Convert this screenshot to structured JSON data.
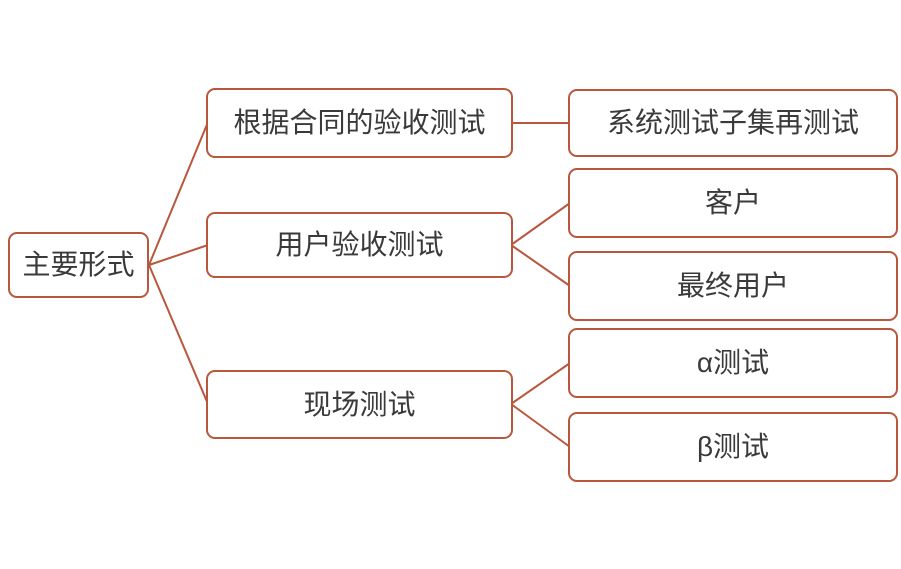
{
  "diagram": {
    "type": "mindmap",
    "root": {
      "label": "主要形式"
    },
    "branches": [
      {
        "label": "根据合同的验收测试",
        "children": [
          {
            "label": "系统测试子集再测试"
          }
        ]
      },
      {
        "label": "用户验收测试",
        "children": [
          {
            "label": "客户"
          },
          {
            "label": "最终用户"
          }
        ]
      },
      {
        "label": "现场测试",
        "children": [
          {
            "label": "α测试"
          },
          {
            "label": "β测试"
          }
        ]
      }
    ],
    "colors": {
      "stroke": "#b9573e",
      "text": "#3a3a3a",
      "node_fill": "#ffffff",
      "background": "#ffffff"
    }
  }
}
